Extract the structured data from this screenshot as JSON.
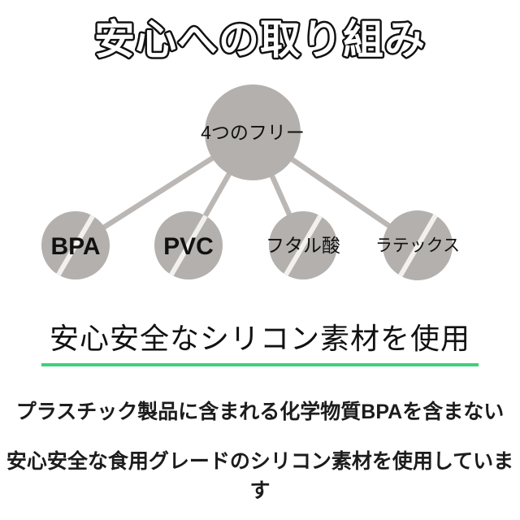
{
  "title": "安心への取り組み",
  "diagram": {
    "center": {
      "label": "4つのフリー"
    },
    "nodes": [
      {
        "label": "BPA"
      },
      {
        "label": "PVC"
      },
      {
        "label": "フタル酸"
      },
      {
        "label": "ラテックス"
      }
    ]
  },
  "heading": "安心安全なシリコン素材を使用",
  "body_lines": [
    "プラスチック製品に含まれる化学物質BPAを含まない",
    "安心安全な食用グレードのシリコン素材を使用しています"
  ],
  "colors": {
    "circle_gray": "#b3b0ad",
    "connector_gray": "#bab7b4",
    "slash_white": "#f2f1ee",
    "underline_green": "#3ed17e",
    "title_outline": "#111111",
    "title_fill": "#ffffff",
    "background": "#ffffff"
  }
}
